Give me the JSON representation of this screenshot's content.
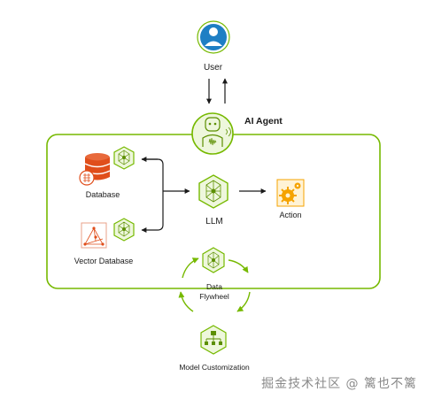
{
  "nodes": {
    "user": "User",
    "ai_agent": "AI Agent",
    "database": "Database",
    "llm": "LLM",
    "action": "Action",
    "vector_database": "Vector Database",
    "data_flywheel_line1": "Data",
    "data_flywheel_line2": "Flywheel",
    "model_customization": "Model Customization"
  },
  "watermark": "掘金技术社区 @ 篱也不篱",
  "colors": {
    "nvidia_green": "#76b900",
    "light_green": "#eef7dc",
    "user_blue": "#1e7fc4",
    "database_orange": "#e04e1b",
    "action_yellow": "#f5a300",
    "arrow": "#1a1a1a"
  },
  "icons": {
    "user": "user-icon",
    "ai_agent": "robot-icon",
    "database": "database-icon",
    "vector_database": "vector-database-icon",
    "neural_network": "neural-network-icon",
    "action": "gear-icon",
    "model_customization": "hierarchy-icon"
  }
}
